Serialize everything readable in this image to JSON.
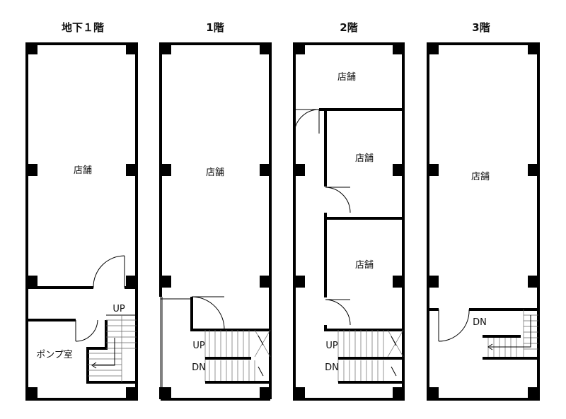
{
  "floors": [
    {
      "title": "地下１階",
      "rooms": [
        "店舗",
        "ポンプ室"
      ],
      "stairs": [
        "UP"
      ]
    },
    {
      "title": "1階",
      "rooms": [
        "店舗"
      ],
      "stairs": [
        "UP",
        "DN"
      ]
    },
    {
      "title": "2階",
      "rooms": [
        "店舗",
        "店舗",
        "店舗"
      ],
      "stairs": [
        "UP",
        "DN"
      ]
    },
    {
      "title": "3階",
      "rooms": [
        "店舗"
      ],
      "stairs": [
        "DN"
      ]
    }
  ]
}
